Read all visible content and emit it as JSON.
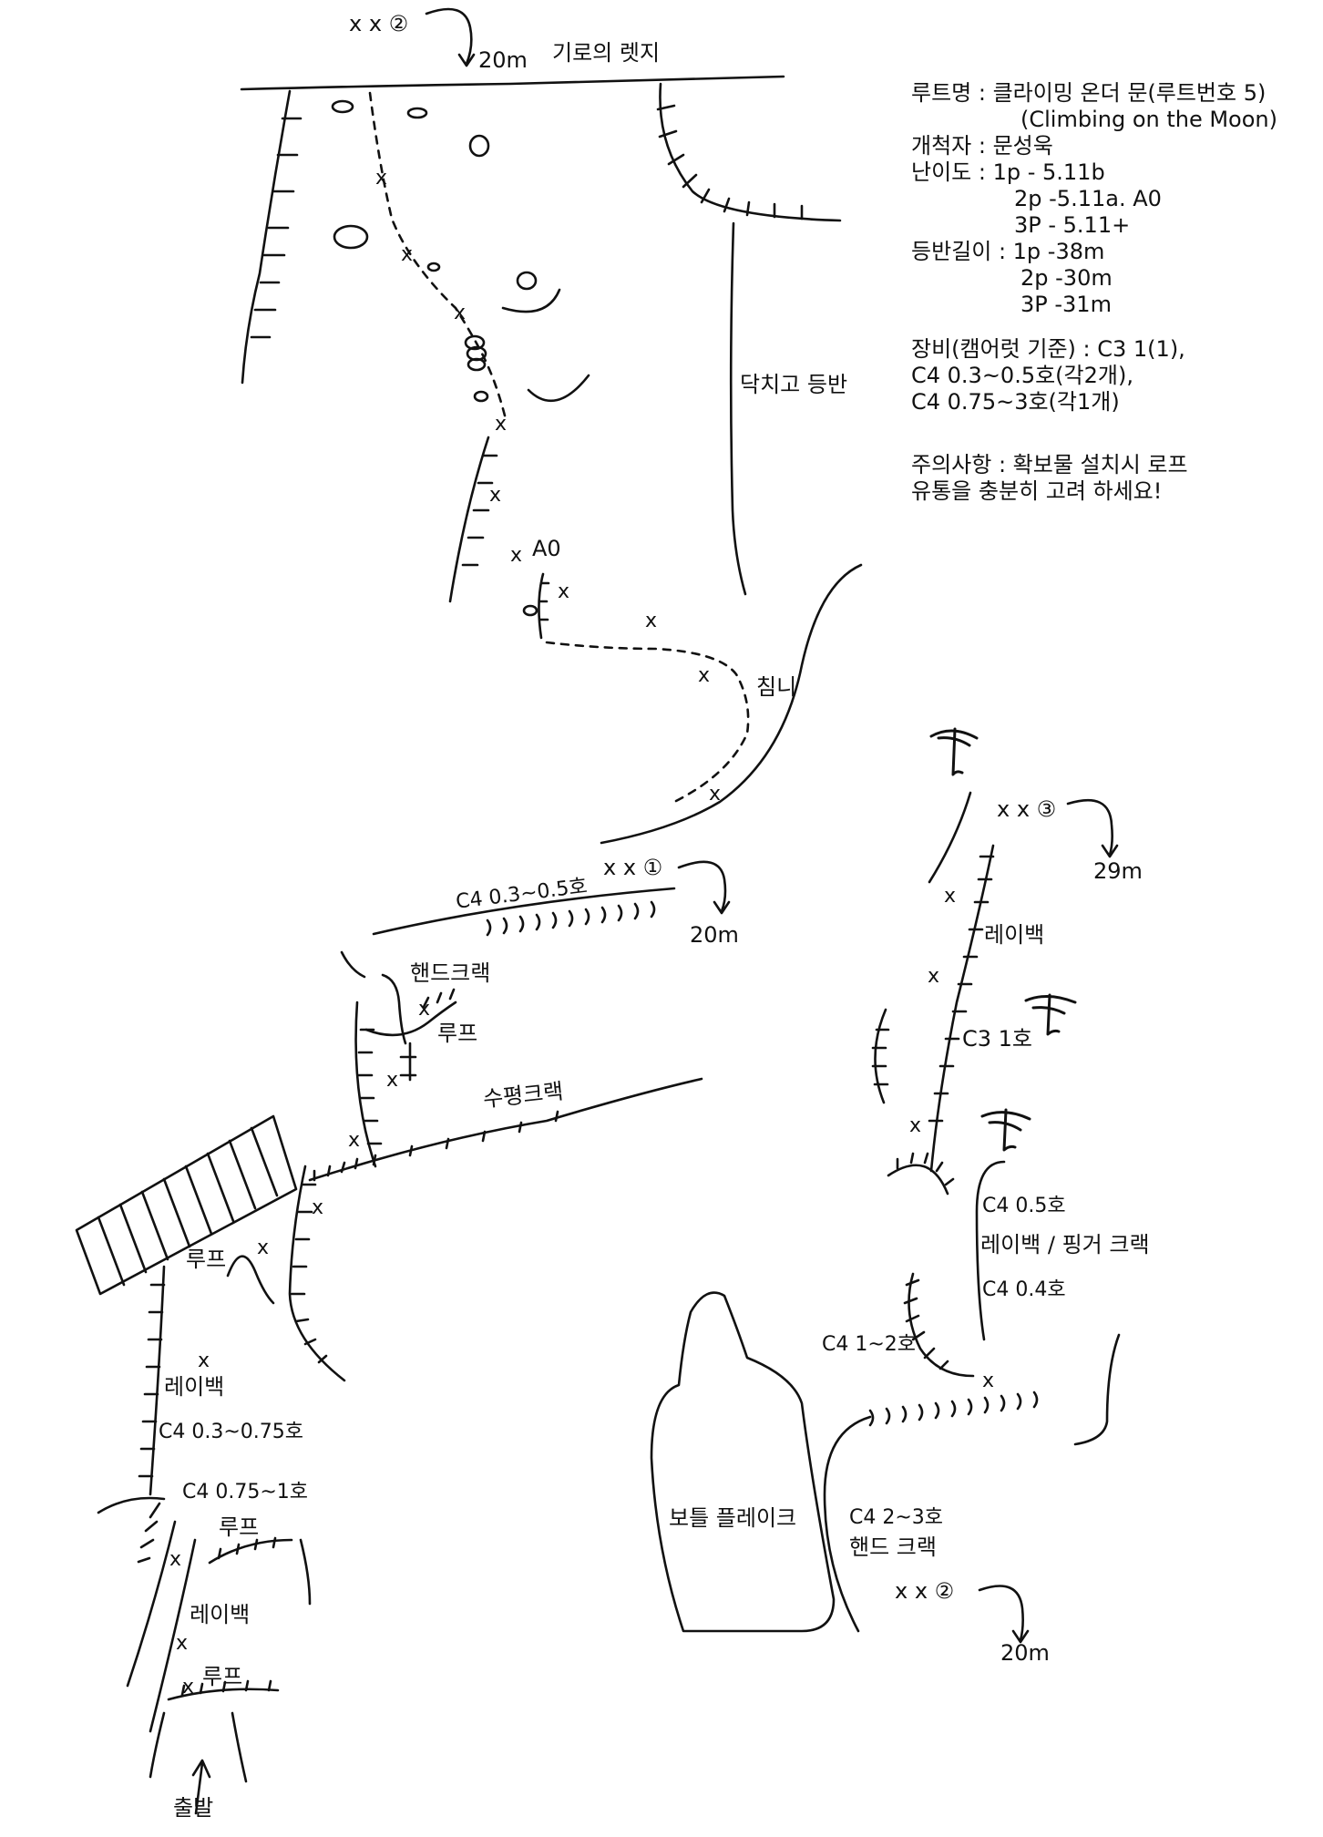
{
  "info": {
    "route_name": "루트명 : 클라이밍 온더 문(루트번호 5)",
    "route_name_en": "(Climbing on the Moon)",
    "first_ascent": "개척자 : 문성욱",
    "grade_1": "난이도 : 1p - 5.11b",
    "grade_2": "2p -5.11a. A0",
    "grade_3": "3P - 5.11+",
    "length_1": "등반길이 : 1p -38m",
    "length_2": "2p -30m",
    "length_3": "3P -31m",
    "gear_1": "장비(캠어럿 기준) : C3 1(1),",
    "gear_2": "C4 0.3~0.5호(각2개),",
    "gear_3": "C4 0.75~3호(각1개)",
    "caution_1": "주의사항 : 확보물 설치시 로프",
    "caution_2": "유통을 충분히 고려 하세요!"
  },
  "labels": {
    "ledge": "기로의 렛지",
    "top_anchor": "x x ②",
    "top_rappel": "20m",
    "closed_climb": "닥치고 등반",
    "a0": "A0",
    "chimney": "침니",
    "anchor1": "x x ①",
    "rappel1": "20m",
    "c4_03_05": "C4 0.3~0.5호",
    "hand_crack": "핸드크랙",
    "roof_1": "루프",
    "horizontal_crack": "수평크랙",
    "roof_2": "루프",
    "layback_1": "레이백",
    "c4_03_075": "C4 0.3~0.75호",
    "c4_075_1": "C4 0.75~1호",
    "roof_3": "루프",
    "layback_2": "레이백",
    "roof_4": "루프",
    "start": "출발",
    "anchor3": "x x ③",
    "rappel3": "29m",
    "layback_3": "레이백",
    "c3_1": "C3 1호",
    "c4_05": "C4 0.5호",
    "layback_finger": "레이백 / 핑거 크랙",
    "c4_04": "C4 0.4호",
    "c4_1_2": "C4 1~2호",
    "bottle_flake": "보틀 플레이크",
    "c4_2_3": "C4 2~3호",
    "hand_crack_2": "핸드 크랙",
    "anchor2": "x x ②",
    "rappel2": "20m"
  },
  "bolt_mark": "x"
}
